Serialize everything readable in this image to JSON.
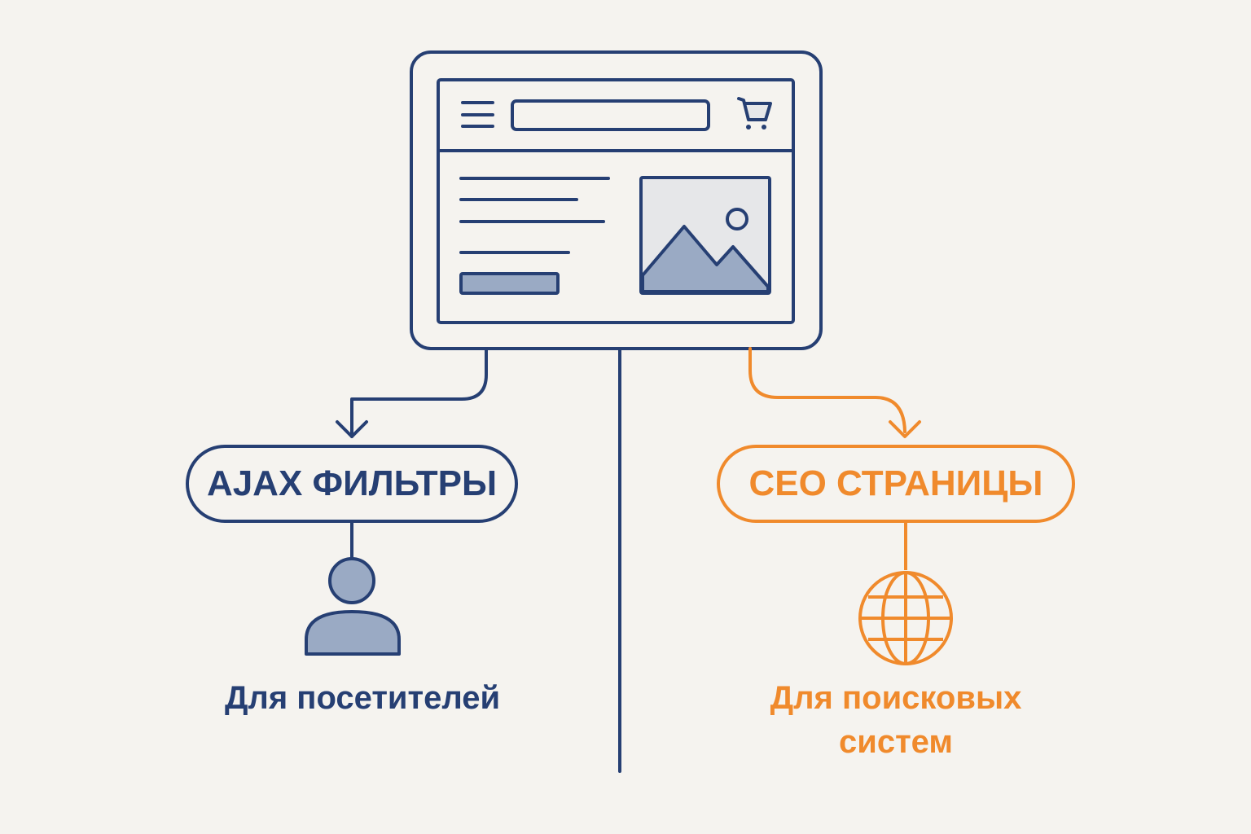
{
  "colors": {
    "background": "#f5f3ef",
    "navy": "#263f73",
    "orange": "#f08a2c",
    "fill_blue": "#9aaac4",
    "fill_gray": "#e6e7e9"
  },
  "website_mockup": {
    "header": {
      "icons": [
        "hamburger-menu-icon",
        "search-bar",
        "cart-icon"
      ]
    },
    "content": {
      "text_lines": 4,
      "button": "button-placeholder",
      "image": "image-placeholder-icon"
    }
  },
  "left_branch": {
    "label": "AJAX ФИЛЬТРЫ",
    "icon": "user-icon",
    "caption": "Для посетителей"
  },
  "right_branch": {
    "label": "СЕО СТРАНИЦЫ",
    "icon": "globe-icon",
    "caption_line1": "Для поисковых",
    "caption_line2": "систем"
  }
}
